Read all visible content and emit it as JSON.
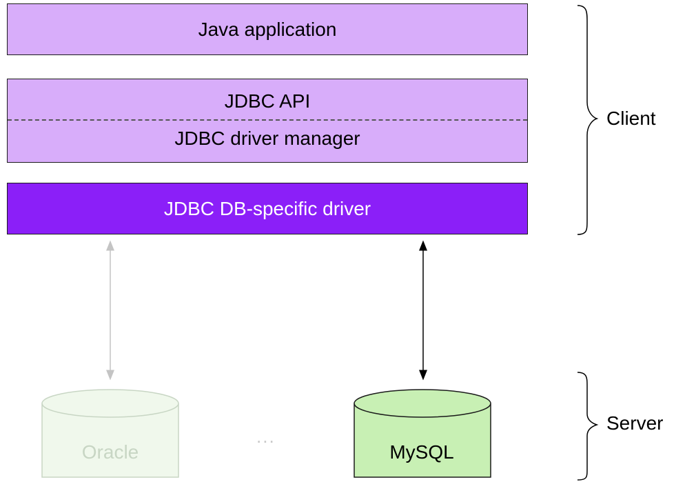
{
  "layers": {
    "java_application": "Java application",
    "jdbc_api": "JDBC API",
    "jdbc_driver_manager": "JDBC driver manager",
    "jdbc_db_specific_driver": "JDBC DB-specific driver"
  },
  "groups": {
    "client": "Client",
    "server": "Server"
  },
  "databases": {
    "oracle": "Oracle",
    "mysql": "MySQL",
    "ellipsis": "..."
  },
  "colors": {
    "layer_fill": "#d8adfa",
    "driver_fill": "#8b1ff8",
    "mysql_fill": "#c8f0b4",
    "oracle_fill": "#f0f8ec",
    "faded": "#c8d6c4"
  }
}
